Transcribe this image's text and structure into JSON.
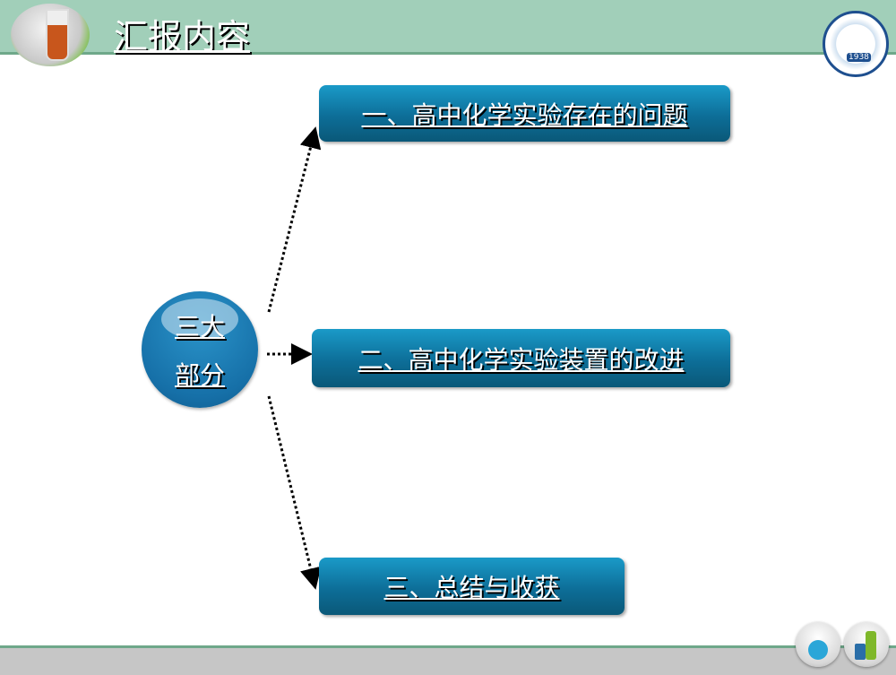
{
  "header": {
    "title": "汇报内容",
    "logo_text": "1938"
  },
  "center": {
    "line1": "三大",
    "line2": "部分"
  },
  "items": [
    {
      "label": "一、高中化学实验存在的问题"
    },
    {
      "label": "二、高中化学实验装置的改进"
    },
    {
      "label": "三、总结与收获"
    }
  ],
  "colors": {
    "header": "#a1cfb9",
    "box": "#0d6e98",
    "circle": "#1670a8"
  },
  "nav": {
    "prev_icon": "flask-icon",
    "next_icon": "bottles-icon"
  }
}
